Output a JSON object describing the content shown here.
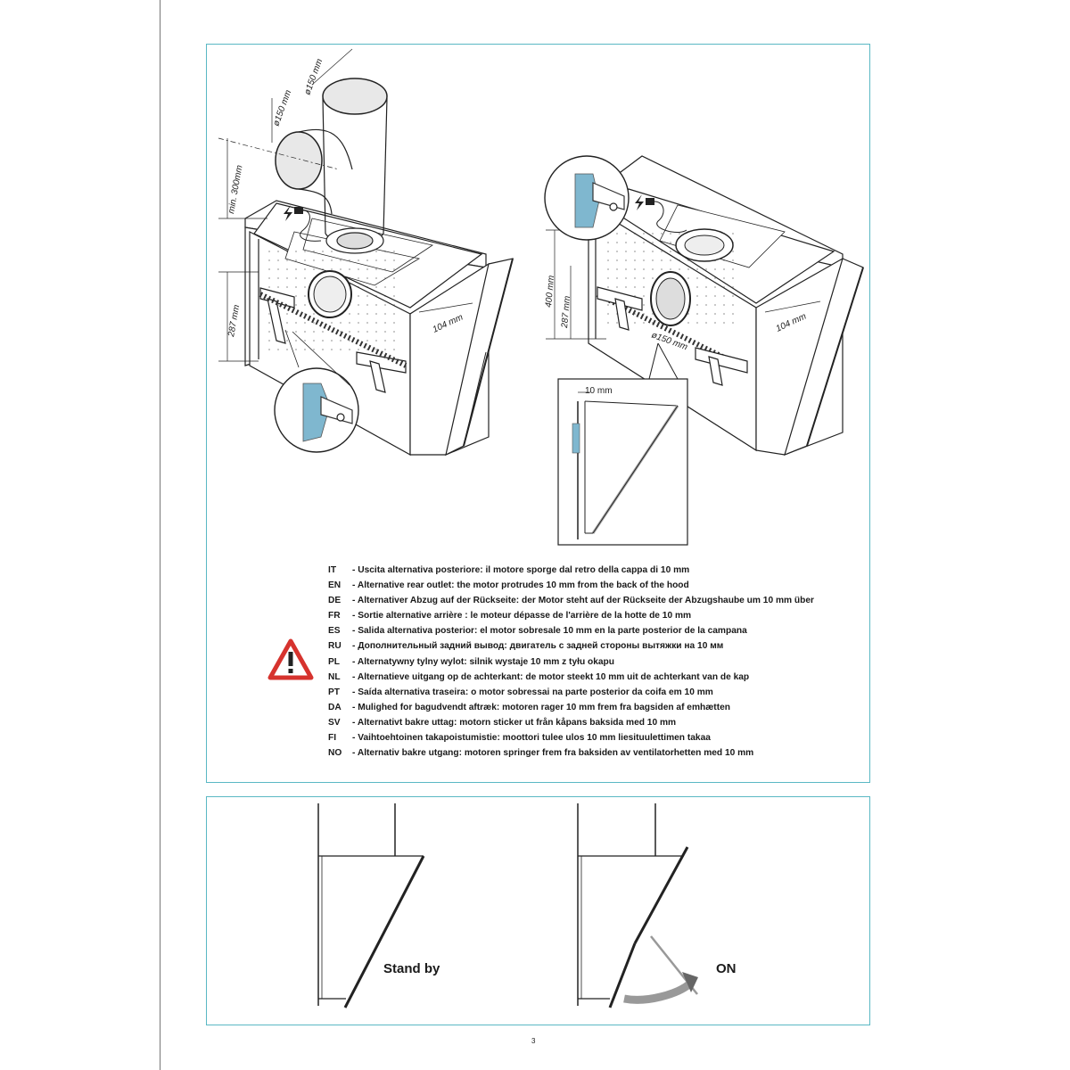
{
  "dimensions": {
    "duct_diameter_top": "ø150 mm",
    "duct_diameter_rear": "ø150 mm",
    "min_height": "min. 300mm",
    "height_287_left": "287 mm",
    "depth_left": "104 mm",
    "height_400": "400 mm",
    "height_287_right": "287 mm",
    "depth_right": "104 mm",
    "rear_outlet_diameter": "ø150 mm",
    "motor_protrusion": "10 mm"
  },
  "languages": [
    {
      "code": "IT",
      "text": "- Uscita alternativa posteriore: il motore sporge dal retro della cappa di 10 mm"
    },
    {
      "code": "EN",
      "text": "- Alternative rear outlet: the motor protrudes 10 mm from the back of the hood"
    },
    {
      "code": "DE",
      "text": "- Alternativer Abzug auf der Rückseite: der Motor steht auf der Rückseite der Abzugshaube um 10 mm über"
    },
    {
      "code": "FR",
      "text": "- Sortie alternative arrière : le moteur dépasse de l'arrière de la hotte de 10 mm"
    },
    {
      "code": "ES",
      "text": "- Salida alternativa posterior: el motor sobresale 10 mm en la parte posterior de la campana"
    },
    {
      "code": "RU",
      "text": "- Дополнительный задний вывод: двигатель с задней стороны вытяжки на 10 мм"
    },
    {
      "code": "PL",
      "text": "- Alternatywny tylny wylot: silnik wystaje 10 mm z tyłu okapu"
    },
    {
      "code": "NL",
      "text": "- Alternatieve uitgang op de achterkant: de motor steekt 10 mm uit de achterkant van de kap"
    },
    {
      "code": "PT",
      "text": "- Saída alternativa traseira: o motor sobressai na parte posterior da coifa em 10 mm"
    },
    {
      "code": "DA",
      "text": "- Mulighed for bagudvendt aftræk: motoren rager 10 mm frem fra bagsiden af emhætten"
    },
    {
      "code": "SV",
      "text": "- Alternativt bakre uttag: motorn sticker ut från kåpans baksida med 10 mm"
    },
    {
      "code": "FI",
      "text": "- Vaihtoehtoinen takapoistumistie: moottori tulee ulos 10 mm liesituulettimen takaa"
    },
    {
      "code": "NO",
      "text": "- Alternativ bakre utgang: motoren springer frem fra baksiden av ventilatorhetten med 10 mm"
    }
  ],
  "states": {
    "standby": "Stand by",
    "on": "ON"
  },
  "page_number": "3",
  "colors": {
    "panel_border": "#5ab8c4",
    "bracket_blue": "#7fb7cf",
    "warning_red": "#d6332e",
    "line": "#222222"
  },
  "icons": [
    "warning-triangle-icon",
    "power-plug-icon",
    "rotation-arrow-icon"
  ]
}
